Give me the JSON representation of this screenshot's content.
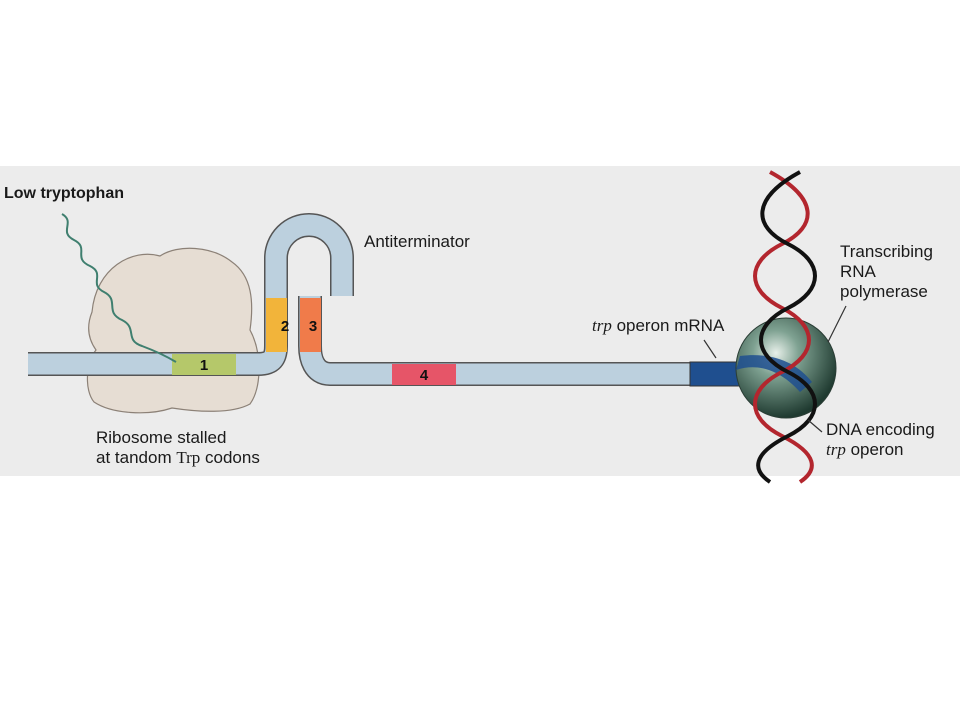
{
  "labels": {
    "condition": "Low tryptophan",
    "antiterminator": "Antiterminator",
    "transcribing": [
      "Transcribing",
      "RNA",
      "polymerase"
    ],
    "operon_mrna_italic": "trp",
    "operon_mrna_rest": " operon mRNA",
    "ribosome": [
      "Ribosome stalled",
      "at tandom ",
      "Trp",
      " codons"
    ],
    "dna": [
      "DNA encoding",
      "trp",
      " operon"
    ]
  },
  "segments": [
    {
      "id": "1",
      "label": "1",
      "color": "#b5c86a"
    },
    {
      "id": "2",
      "label": "2",
      "color": "#f2b43a"
    },
    {
      "id": "3",
      "label": "3",
      "color": "#f07b4a"
    },
    {
      "id": "4",
      "label": "4",
      "color": "#e65568"
    }
  ],
  "colors": {
    "mrna": "#bcd0de",
    "mrna_outline": "#555555",
    "ribosome": "#e6ddd3",
    "polymerase_mrna": "#1f4f8f",
    "polymerase": "#3f6a5a",
    "dna_red": "#b3262e",
    "dna_black": "#111111",
    "leader_peptide": "#3f7f6f"
  }
}
